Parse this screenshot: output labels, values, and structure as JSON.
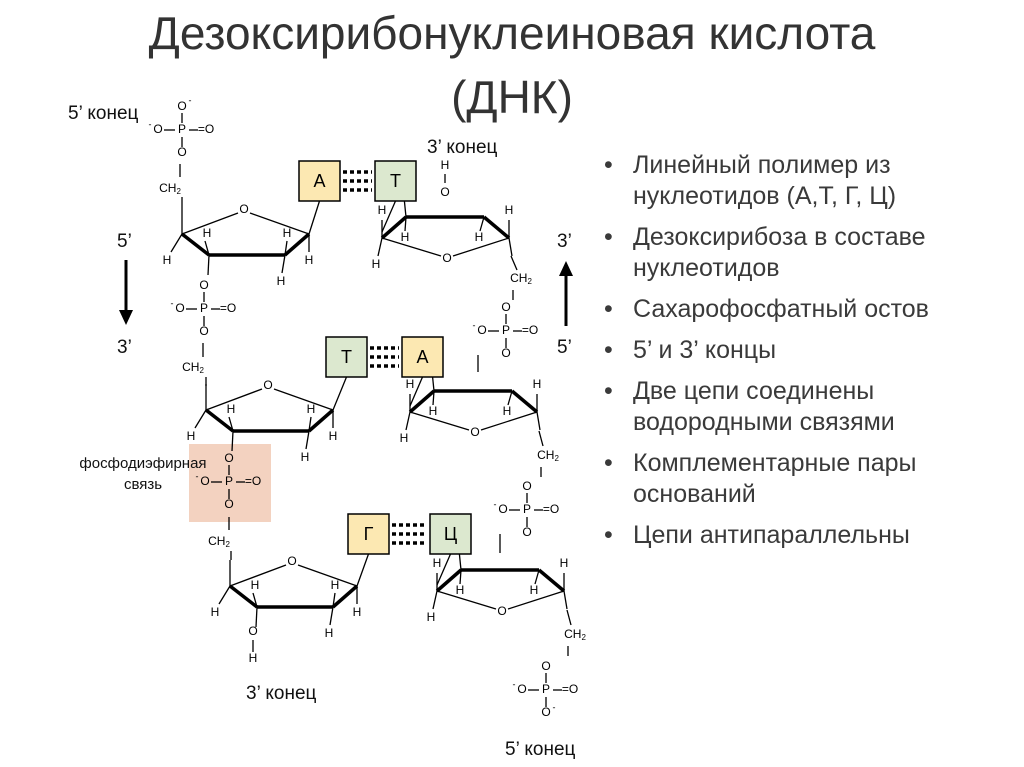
{
  "title_line1": "Дезоксирибонуклеиновая кислота",
  "title_line2": "(ДНК)",
  "bullets": [
    "Линейный полимер из нуклеотидов (А,Т, Г, Ц)",
    "Дезоксирибоза в составе нуклеотидов",
    "Сахарофосфатный остов",
    "5’ и 3’ концы",
    "Две цепи соединены водородными связями",
    "Комплементарные пары оснований",
    "Цепи антипараллельны"
  ],
  "ends": {
    "left_top": "5’ конец",
    "right_top": "3’ конец",
    "left_bottom": "3’ конец",
    "right_bottom": "5’ конец"
  },
  "direction": {
    "left_from": "5’",
    "left_to": "3’",
    "right_from": "5’",
    "right_to": "3’"
  },
  "bond_label": [
    "фосфодиэфирная",
    "связь"
  ],
  "pairs": [
    {
      "left": "А",
      "right": "Т",
      "left_color": "#fce8b2",
      "right_color": "#dce8cf"
    },
    {
      "left": "Т",
      "right": "А",
      "left_color": "#dce8cf",
      "right_color": "#fce8b2"
    },
    {
      "left": "Г",
      "right": "Ц",
      "left_color": "#fce8b2",
      "right_color": "#dce8cf"
    }
  ],
  "atoms": {
    "O": "O",
    "P": "P",
    "H": "H",
    "CH2": "CH",
    "two": "2",
    "minus": "-",
    "eq_O": "=O"
  },
  "colors": {
    "bond_highlight": "#f3d2c0"
  }
}
